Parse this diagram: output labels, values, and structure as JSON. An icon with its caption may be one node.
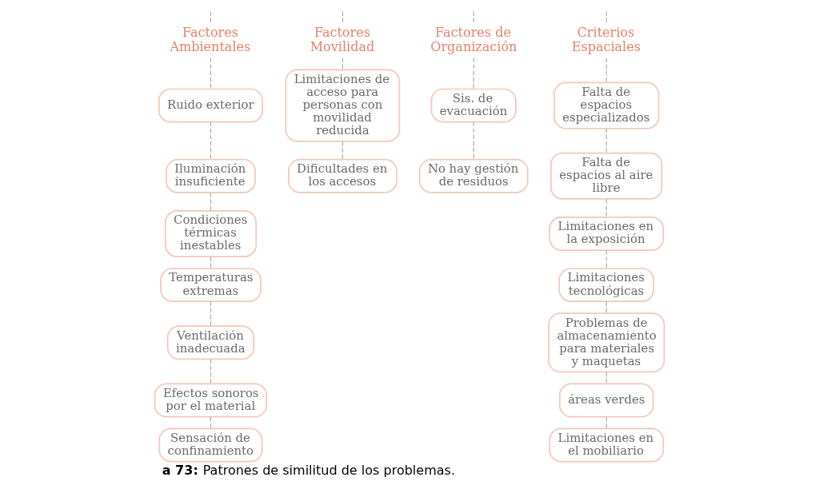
{
  "diagram": {
    "caption": "**a 73:** Patrones de similitud de los problemas.",
    "nodes": [
      {
        "text": [
          "Factores Ambientales"
        ]
      },
      {
        "text": [
          "Ruido exterior"
        ]
      },
      {
        "text": [
          "Iluminación insuficiente"
        ]
      },
      {
        "text": [
          "Condiciones térmicas inestables"
        ]
      },
      {
        "text": [
          "Temperaturas extremas"
        ]
      },
      {
        "text": [
          "Ventilación inadecuada"
        ]
      },
      {
        "text": [
          "Efectos sonoros por el material"
        ]
      },
      {
        "text": [
          "Sensación de confinamiento"
        ]
      },
      {
        "text": [
          "Factores Movilidad"
        ]
      },
      {
        "text": [
          "Limitaciones de acceso para personas con movilidad reducida"
        ]
      },
      {
        "text": [
          "Dificultades en los accesos"
        ]
      },
      {
        "text": [
          "Factores de Organización"
        ]
      },
      {
        "text": [
          "Sis. de evacuación"
        ]
      },
      {
        "text": [
          "No hay gestión de residuos"
        ]
      },
      {
        "text": [
          "Criterios Espaciales"
        ]
      },
      {
        "text": [
          "Falta de espacios especializados"
        ]
      },
      {
        "text": [
          "Falta de espacios al aire libre"
        ]
      },
      {
        "text": [
          "Limitaciones en la exposición"
        ]
      },
      {
        "text": [
          "Limitaciones tecnológicas"
        ]
      },
      {
        "text": [
          "Problemas de almacenamiento para materiales y maquetas"
        ]
      },
      {
        "text": [
          "áreas verdes"
        ]
      },
      {
        "text": [
          "Limitaciones en el mobiliario"
        ]
      }
    ],
    "edges": [
      {
        "from": null,
        "to": 0,
        "arrow": "none",
        "style": "dashed"
      },
      {
        "from": null,
        "to": 8,
        "arrow": "none",
        "style": "dashed"
      },
      {
        "from": null,
        "to": 11,
        "arrow": "none",
        "style": "dashed"
      },
      {
        "from": null,
        "to": 14,
        "arrow": "none",
        "style": "dashed"
      },
      {
        "from": 0,
        "to": 1,
        "arrow": "none",
        "style": "dashed"
      },
      {
        "from": 1,
        "to": 2,
        "arrow": "none",
        "style": "dashed"
      },
      {
        "from": 2,
        "to": 3,
        "arrow": "none",
        "style": "dashed"
      },
      {
        "from": 3,
        "to": 4,
        "arrow": "none",
        "style": "dashed"
      },
      {
        "from": 4,
        "to": 5,
        "arrow": "none",
        "style": "dashed"
      },
      {
        "from": 5,
        "to": 6,
        "arrow": "none",
        "style": "dashed"
      },
      {
        "from": 6,
        "to": 7,
        "arrow": "none",
        "style": "dashed"
      },
      {
        "from": 8,
        "to": 9,
        "arrow": "none",
        "style": "dashed"
      },
      {
        "from": 9,
        "to": 10,
        "arrow": "none",
        "style": "dashed"
      },
      {
        "from": 11,
        "to": 12,
        "arrow": "none",
        "style": "dashed"
      },
      {
        "from": 12,
        "to": 13,
        "arrow": "none",
        "style": "dashed"
      },
      {
        "from": 14,
        "to": 15,
        "arrow": "none",
        "style": "dashed"
      },
      {
        "from": 15,
        "to": 16,
        "arrow": "none",
        "style": "dashed"
      },
      {
        "from": 16,
        "to": 17,
        "arrow": "none",
        "style": "dashed"
      },
      {
        "from": 17,
        "to": 18,
        "arrow": "none",
        "style": "dashed"
      },
      {
        "from": 18,
        "to": 19,
        "arrow": "none",
        "style": "dashed"
      },
      {
        "from": 19,
        "to": 20,
        "arrow": "none",
        "style": "dashed"
      },
      {
        "from": 20,
        "to": 21,
        "arrow": "none",
        "style": "dashed"
      }
    ]
  }
}
